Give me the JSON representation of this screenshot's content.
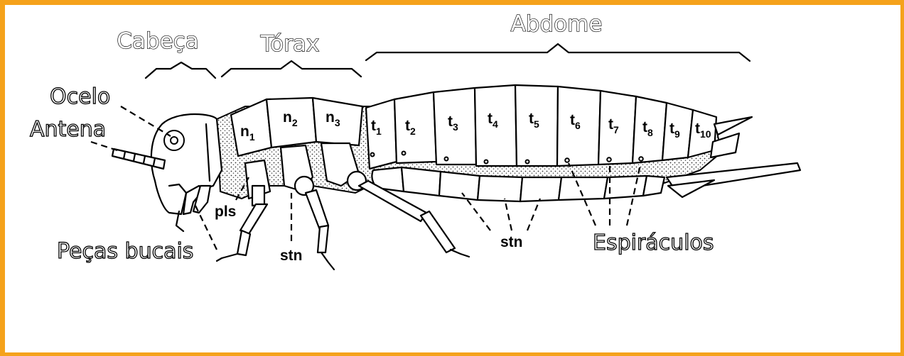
{
  "regions": {
    "head": "Cabeça",
    "thorax": "Tórax",
    "abdomen": "Abdome"
  },
  "labels": {
    "ocelo": "Ocelo",
    "antena": "Antena",
    "pecas_bucais": "Peças bucais",
    "pls": "pls",
    "stn_thorax": "stn",
    "stn_abdomen": "stn",
    "espiraculos": "Espiráculos"
  },
  "notum": [
    {
      "base": "n",
      "sub": "1"
    },
    {
      "base": "n",
      "sub": "2"
    },
    {
      "base": "n",
      "sub": "3"
    }
  ],
  "tergites": [
    {
      "base": "t",
      "sub": "1"
    },
    {
      "base": "t",
      "sub": "2"
    },
    {
      "base": "t",
      "sub": "3"
    },
    {
      "base": "t",
      "sub": "4"
    },
    {
      "base": "t",
      "sub": "5"
    },
    {
      "base": "t",
      "sub": "6"
    },
    {
      "base": "t",
      "sub": "7"
    },
    {
      "base": "t",
      "sub": "8"
    },
    {
      "base": "t",
      "sub": "9"
    },
    {
      "base": "t",
      "sub": "10"
    }
  ],
  "colors": {
    "frame": "#f5a21b",
    "line": "#000000"
  }
}
